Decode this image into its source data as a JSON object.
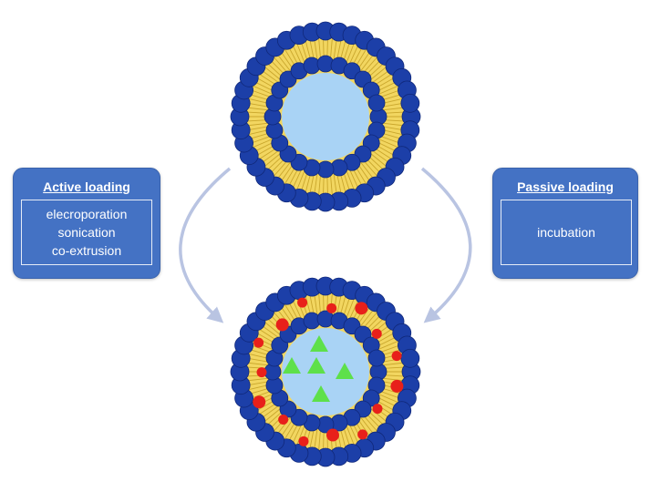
{
  "active_loading": {
    "title": "Active loading",
    "methods": [
      "elecroporation",
      "sonication",
      "co-extrusion"
    ]
  },
  "passive_loading": {
    "title": "Passive loading",
    "methods": [
      "incubation"
    ]
  },
  "colors": {
    "lipid_head": "#1c3fa8",
    "lipid_head_edge": "#10287a",
    "lipid_tail_band": "#f2d660",
    "lipid_tail_line": "#c9a62c",
    "aqueous_core": "#a9d3f5",
    "hydrophilic_cargo": "#5ee04a",
    "hydrophobic_cargo": "#e8201a",
    "box_fill": "#4472c4",
    "arrow": "#b9c4e2"
  }
}
